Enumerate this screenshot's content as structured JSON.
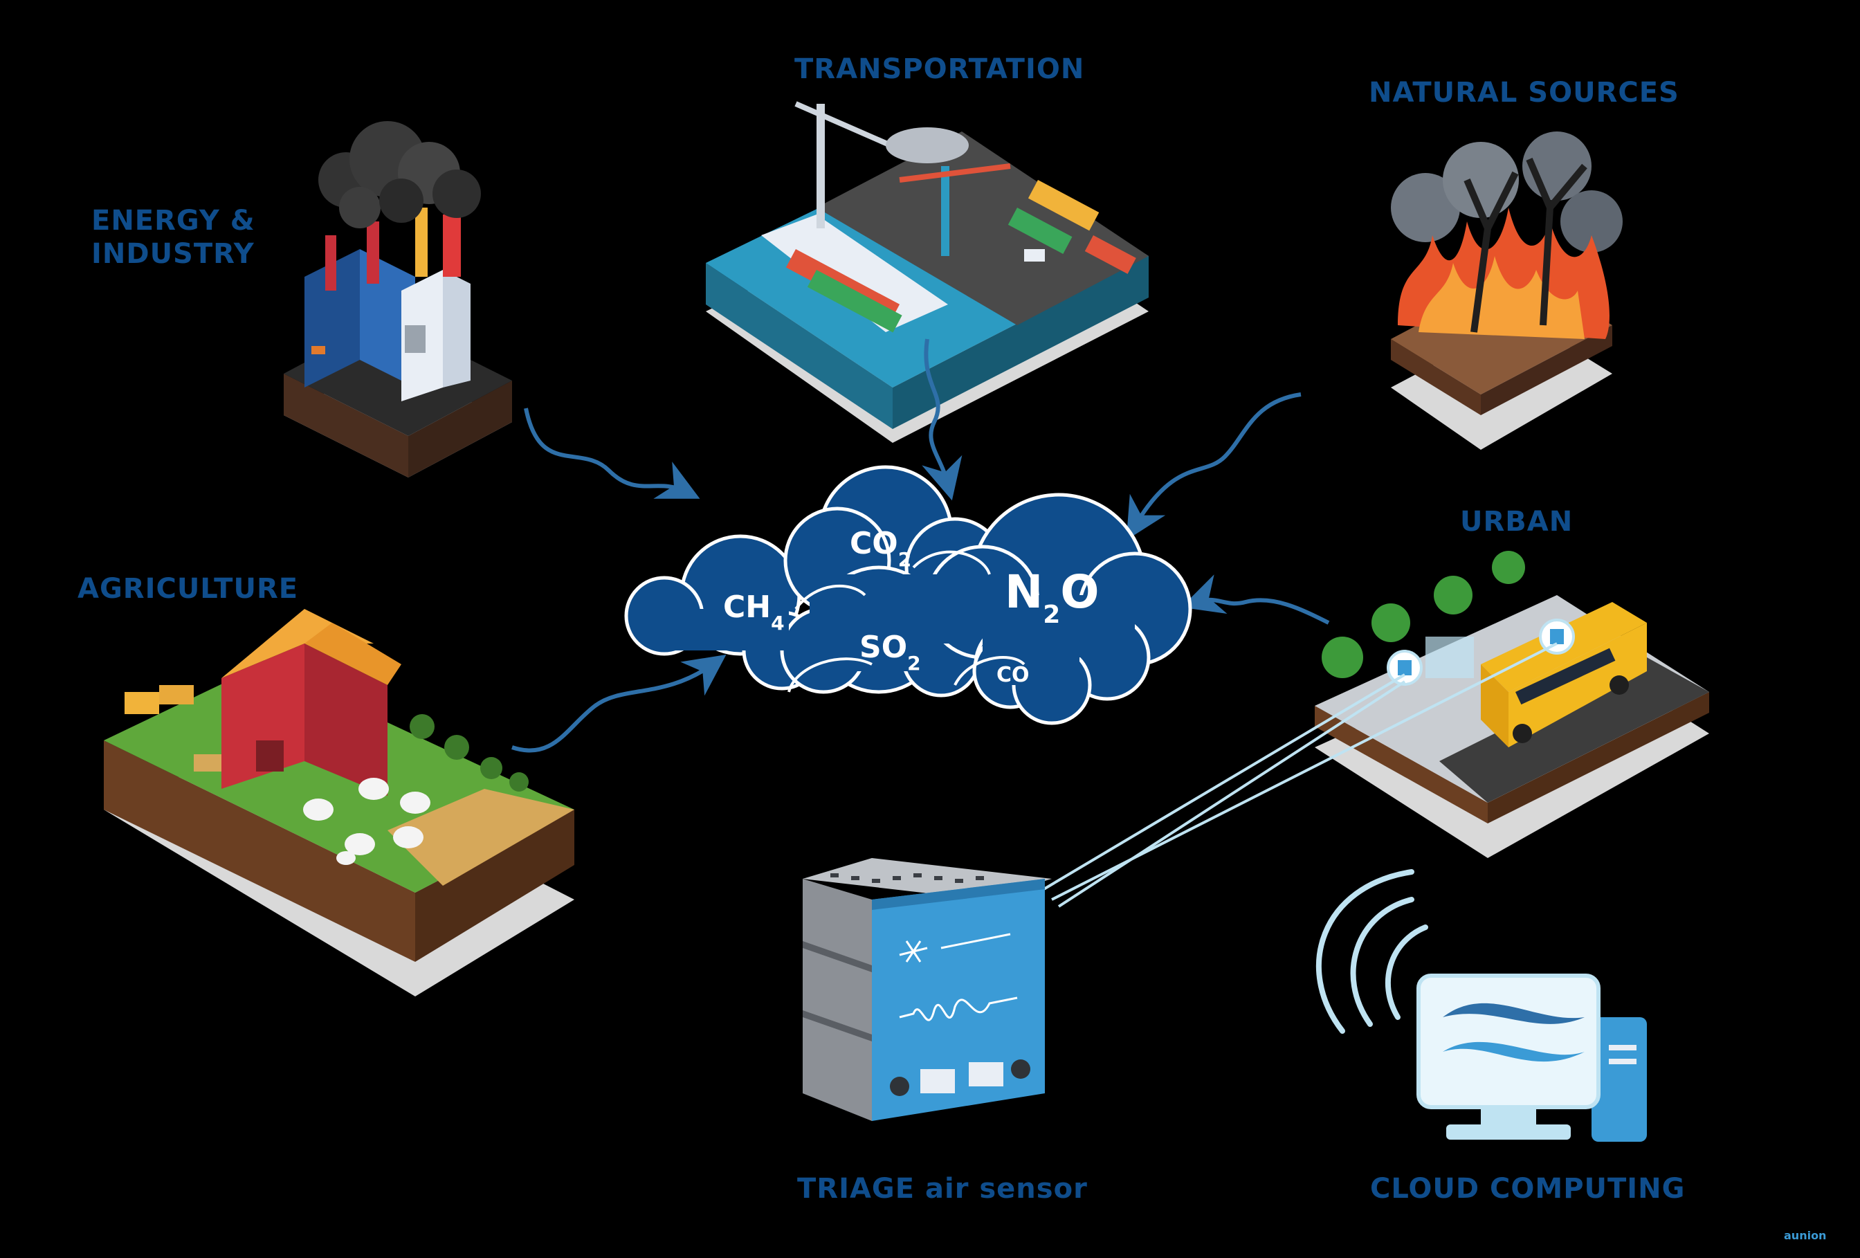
{
  "colors": {
    "label": "#0f4d8c",
    "cloud_fill": "#0f4d8c",
    "cloud_stroke": "#ffffff",
    "arrow": "#2e6fa8",
    "signal": "#bfe3f2",
    "sensor_panel": "#3b9bd6",
    "background": "#000000"
  },
  "labels": {
    "energy_industry": [
      "ENERGY &",
      "INDUSTRY"
    ],
    "agriculture": "AGRICULTURE",
    "transportation": "TRANSPORTATION",
    "natural_sources": "NATURAL SOURCES",
    "urban": "URBAN",
    "sensor": "TRIAGE air sensor",
    "cloud_computing": "CLOUD COMPUTING"
  },
  "gases": {
    "ch4": {
      "main": "CH",
      "sub": "4"
    },
    "co2": {
      "main": "CO",
      "sub": "2"
    },
    "so2": {
      "main": "SO",
      "sub": "2"
    },
    "n2o": {
      "main_a": "N",
      "sub": "2",
      "main_b": "O"
    },
    "co": {
      "main": "CO"
    }
  },
  "logo": {
    "text": "aunion"
  },
  "icons": [
    "factory-icon",
    "farm-icon",
    "port-icon",
    "wildfire-icon",
    "bus-stop-icon",
    "sensor-device-icon",
    "computer-icon",
    "wifi-icon"
  ]
}
